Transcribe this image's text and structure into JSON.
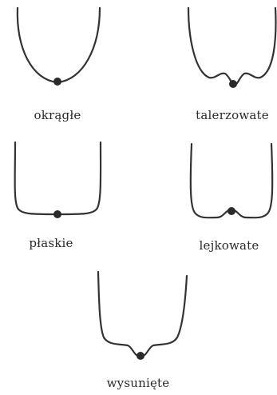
{
  "shapes": [
    {
      "id": "okragle",
      "label": "okrągłe"
    },
    {
      "id": "talerzowate",
      "label": "talerzowate"
    },
    {
      "id": "plaskie",
      "label": "płaskie"
    },
    {
      "id": "lejkowate",
      "label": "lejkowate"
    },
    {
      "id": "wysuniete",
      "label": "wysunięte"
    }
  ]
}
